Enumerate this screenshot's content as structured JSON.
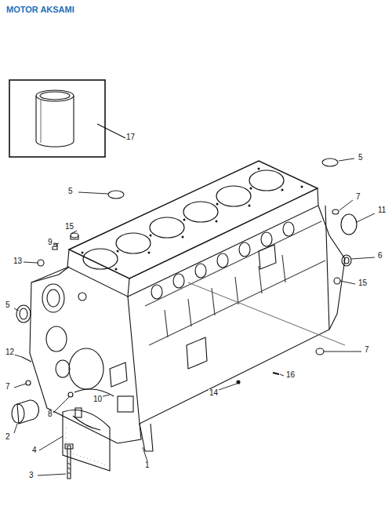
{
  "diagram": {
    "title": "MOTOR AKSAMI",
    "labels": [
      "17",
      "5",
      "5",
      "7",
      "15",
      "11",
      "9",
      "13",
      "6",
      "15",
      "5",
      "12",
      "7",
      "7",
      "16",
      "14",
      "8",
      "10",
      "2",
      "4",
      "1",
      "3"
    ]
  }
}
